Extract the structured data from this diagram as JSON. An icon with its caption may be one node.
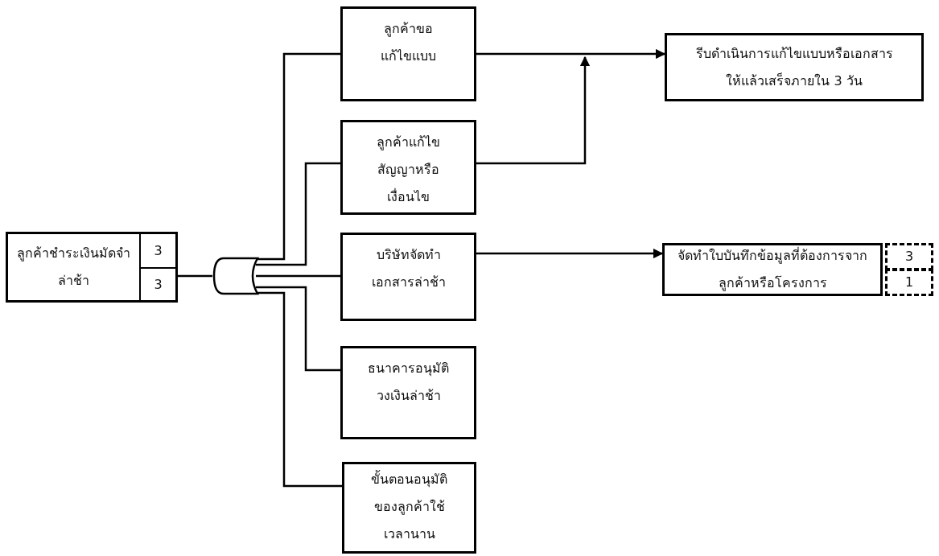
{
  "diagram": {
    "nodes": [
      {
        "text": [
          "ลูกค้าชำระเงินมัดจำล่าช้า"
        ]
      },
      {
        "text": [
          "3"
        ],
        "in": 0
      },
      {
        "text": [
          "3"
        ],
        "in": 0
      },
      {
        "text": [],
        "shape": "gate"
      },
      {
        "text": [
          "ลูกค้าขอแก้ไขแบบ"
        ]
      },
      {
        "text": [
          "ลูกค้าแก้ไขสัญญาหรือเงื่อนไข"
        ]
      },
      {
        "text": [
          "บริษัทจัดทำเอกสารล่าช้า"
        ]
      },
      {
        "text": [
          "ธนาคารอนุมัติวงเงินล่าช้า"
        ]
      },
      {
        "text": [
          "ขั้นตอนอนุมัติของลูกค้าใช้เวลานาน"
        ]
      },
      {
        "text": [
          "รีบดำเนินการแก้ไขแบบหรือเอกสารให้แล้วเสร็จภายใน 3 วัน"
        ]
      },
      {
        "text": [
          "จัดทำใบบันทึกข้อมูลที่ต้องการจากลูกค้าหรือโครงการ"
        ]
      },
      {
        "text": [
          "3"
        ]
      },
      {
        "text": [
          "1"
        ]
      }
    ],
    "edges": [
      {
        "from": 0,
        "to": 3,
        "arrow": "none"
      },
      {
        "from": 3,
        "to": 4,
        "arrow": "none"
      },
      {
        "from": 3,
        "to": 5,
        "arrow": "none"
      },
      {
        "from": 3,
        "to": 6,
        "arrow": "none"
      },
      {
        "from": 3,
        "to": 7,
        "arrow": "none"
      },
      {
        "from": 3,
        "to": 8,
        "arrow": "none"
      },
      {
        "from": 4,
        "to": 9,
        "arrow": "to"
      },
      {
        "from": 5,
        "to": 9,
        "arrow": "to"
      },
      {
        "from": 6,
        "to": 10,
        "arrow": "to"
      }
    ]
  }
}
